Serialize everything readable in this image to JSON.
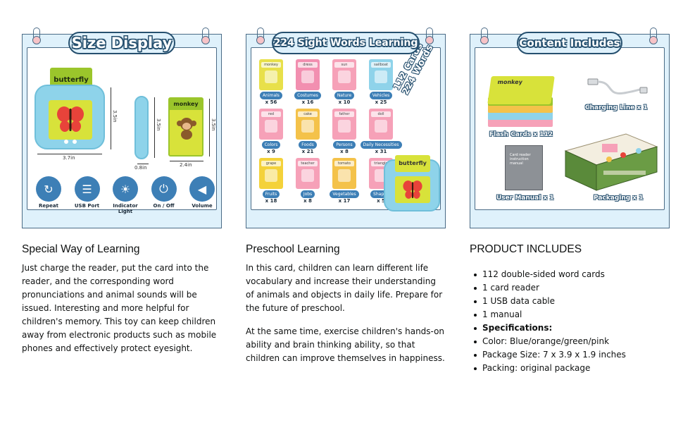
{
  "cards": [
    {
      "title": "Size Display",
      "reader_card_word": "butterfly",
      "mini_card_word": "monkey",
      "dims": {
        "width_main": "3.7in",
        "height_main": "3.5in",
        "depth": "0.8in",
        "card_width": "2.4in",
        "height_side": "3.5in",
        "card_height": "3.5in"
      },
      "features": [
        {
          "label": "Repeat",
          "icon": "repeat-icon"
        },
        {
          "label": "USB Port",
          "icon": "usb-port-icon"
        },
        {
          "label": "Indicator Light",
          "icon": "lightbulb-icon"
        },
        {
          "label": "On / Off",
          "icon": "power-icon"
        },
        {
          "label": "Volume",
          "icon": "volume-icon"
        }
      ]
    },
    {
      "title": "224 Sight Words Learning",
      "badge_line1": "112 Cards",
      "badge_line2": "224 Words",
      "reader_word": "butterfly",
      "categories": [
        {
          "word": "monkey",
          "label": "Animals",
          "count": "x 56",
          "color": "#e8e04a"
        },
        {
          "word": "dress",
          "label": "Costumes",
          "count": "x 16",
          "color": "#f28fb0"
        },
        {
          "word": "sun",
          "label": "Nature",
          "count": "x 10",
          "color": "#f6a1b8"
        },
        {
          "word": "sailboat",
          "label": "Vehicles",
          "count": "x 25",
          "color": "#8fd3ea"
        },
        {
          "word": "red",
          "label": "Colors",
          "count": "x 9",
          "color": "#f6a1b8"
        },
        {
          "word": "cake",
          "label": "Foods",
          "count": "x 21",
          "color": "#f4c24a"
        },
        {
          "word": "father",
          "label": "Persons",
          "count": "x 8",
          "color": "#f6a1b8"
        },
        {
          "word": "doll",
          "label": "Daily Necessities",
          "count": "x 31",
          "color": "#f6a1b8"
        },
        {
          "word": "grape",
          "label": "Fruits",
          "count": "x 18",
          "color": "#f4d23a"
        },
        {
          "word": "teacher",
          "label": "Jobs",
          "count": "x 8",
          "color": "#f6a1b8"
        },
        {
          "word": "tomato",
          "label": "Vegetables",
          "count": "x 17",
          "color": "#f4c24a"
        },
        {
          "word": "triangle",
          "label": "Shapes",
          "count": "x 5",
          "color": "#f6a1b8"
        }
      ]
    },
    {
      "title": "Content Includes",
      "stack_word": "monkey",
      "items": {
        "flash_cards": "Flash Cards x 112",
        "charging": "Charging Line x 1",
        "manual": "User Manual x 1",
        "packaging": "Packaging x 1"
      },
      "manual_text": "Card reader instruction manual"
    }
  ],
  "sections": {
    "col1": {
      "heading": "Special Way of Learning",
      "body": "Just charge the reader, put the card into the reader, and the corresponding word pronunciations and animal sounds will be issued. Interesting and more helpful for children's memory. This toy can keep children away from electronic products such as mobile phones and effectively protect eyesight."
    },
    "col2": {
      "heading": "Preschool Learning",
      "body_a": "In this card, children can learn different life vocabulary and increase their understanding of animals and objects in daily life. Prepare for the future of preschool.",
      "body_b": "At the same time, exercise children's hands-on ability and brain thinking ability, so that children can improve themselves in happiness."
    },
    "col3": {
      "heading": "PRODUCT INCLUDES",
      "bullets": [
        "112 double-sided word cards",
        "1 card reader",
        "1 USB data cable",
        "1 manual",
        "Specifications:",
        "Color: Blue/orange/green/pink",
        "Package Size: 7 x 3.9 x 1.9 inches",
        "Packing: original package"
      ]
    }
  },
  "colors": {
    "frame": "#4a6b86",
    "panel": "#dff1fb",
    "accent": "#3d7fb6",
    "ring_dot": "#f7c3c7"
  }
}
